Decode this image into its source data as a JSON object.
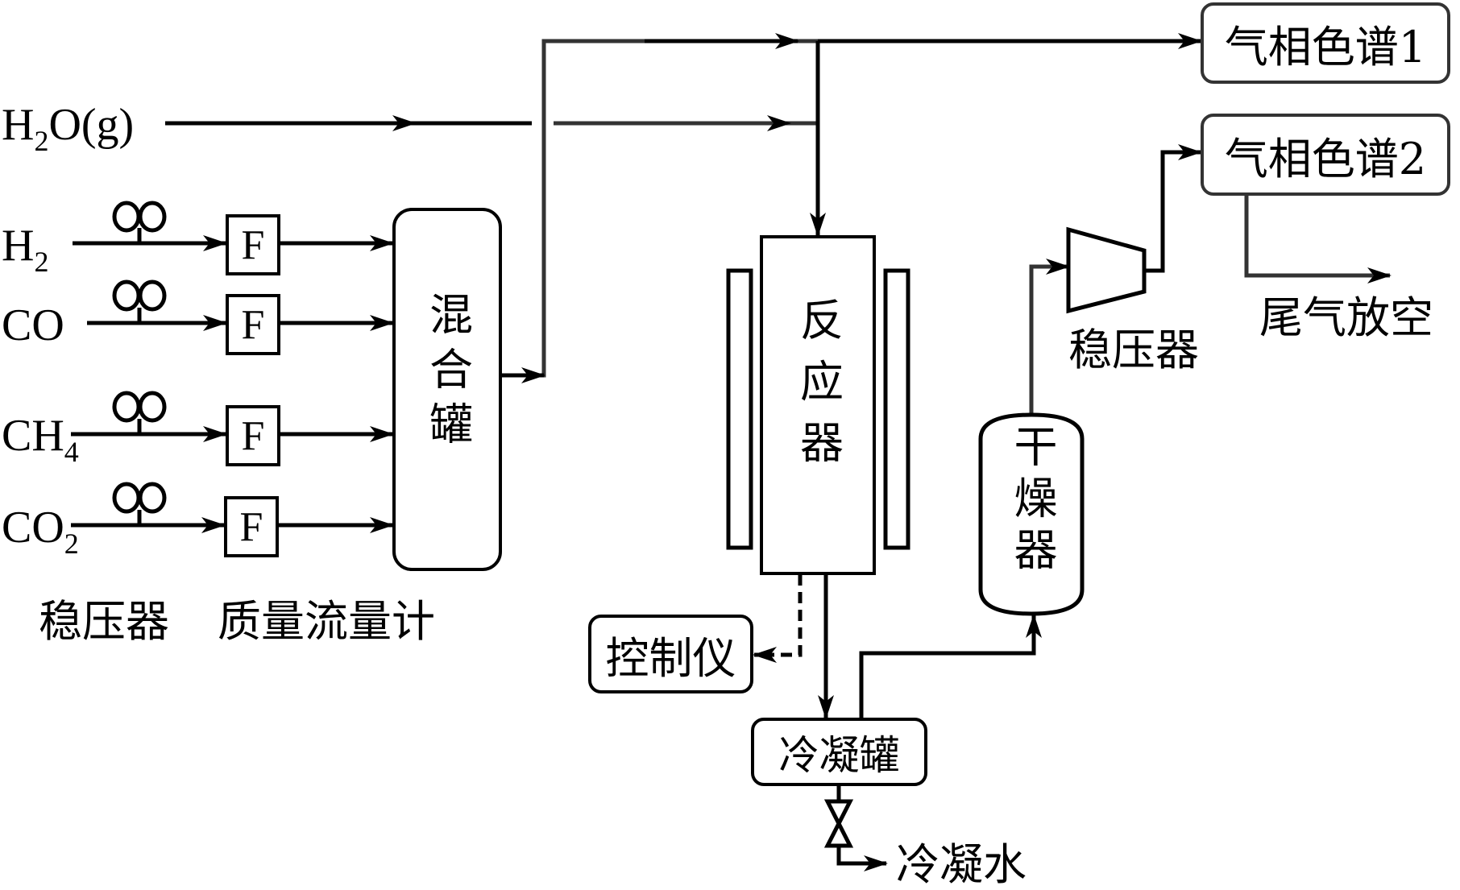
{
  "inputs": {
    "h2o": {
      "base": "H",
      "sub": "2",
      "rest": "O(g)"
    },
    "h2": {
      "base": "H",
      "sub": "2",
      "rest": ""
    },
    "co": {
      "base": "CO",
      "sub": "",
      "rest": ""
    },
    "ch4": {
      "base": "CH",
      "sub": "4",
      "rest": ""
    },
    "co2": {
      "base": "CO",
      "sub": "2",
      "rest": ""
    }
  },
  "flowmeter_label": "F",
  "labels": {
    "pressure_regulator_left": "稳压器",
    "mass_flow_meter": "质量流量计",
    "mixing_tank": "混合罐",
    "reactor": "反应器",
    "controller": "控制仪",
    "condenser_tank": "冷凝罐",
    "condensed_water": "冷凝水",
    "dryer": "干燥器",
    "pressure_regulator_right": "稳压器",
    "gc1": "气相色谱1",
    "gc2": "气相色谱2",
    "exhaust_vent": "尾气放空"
  }
}
